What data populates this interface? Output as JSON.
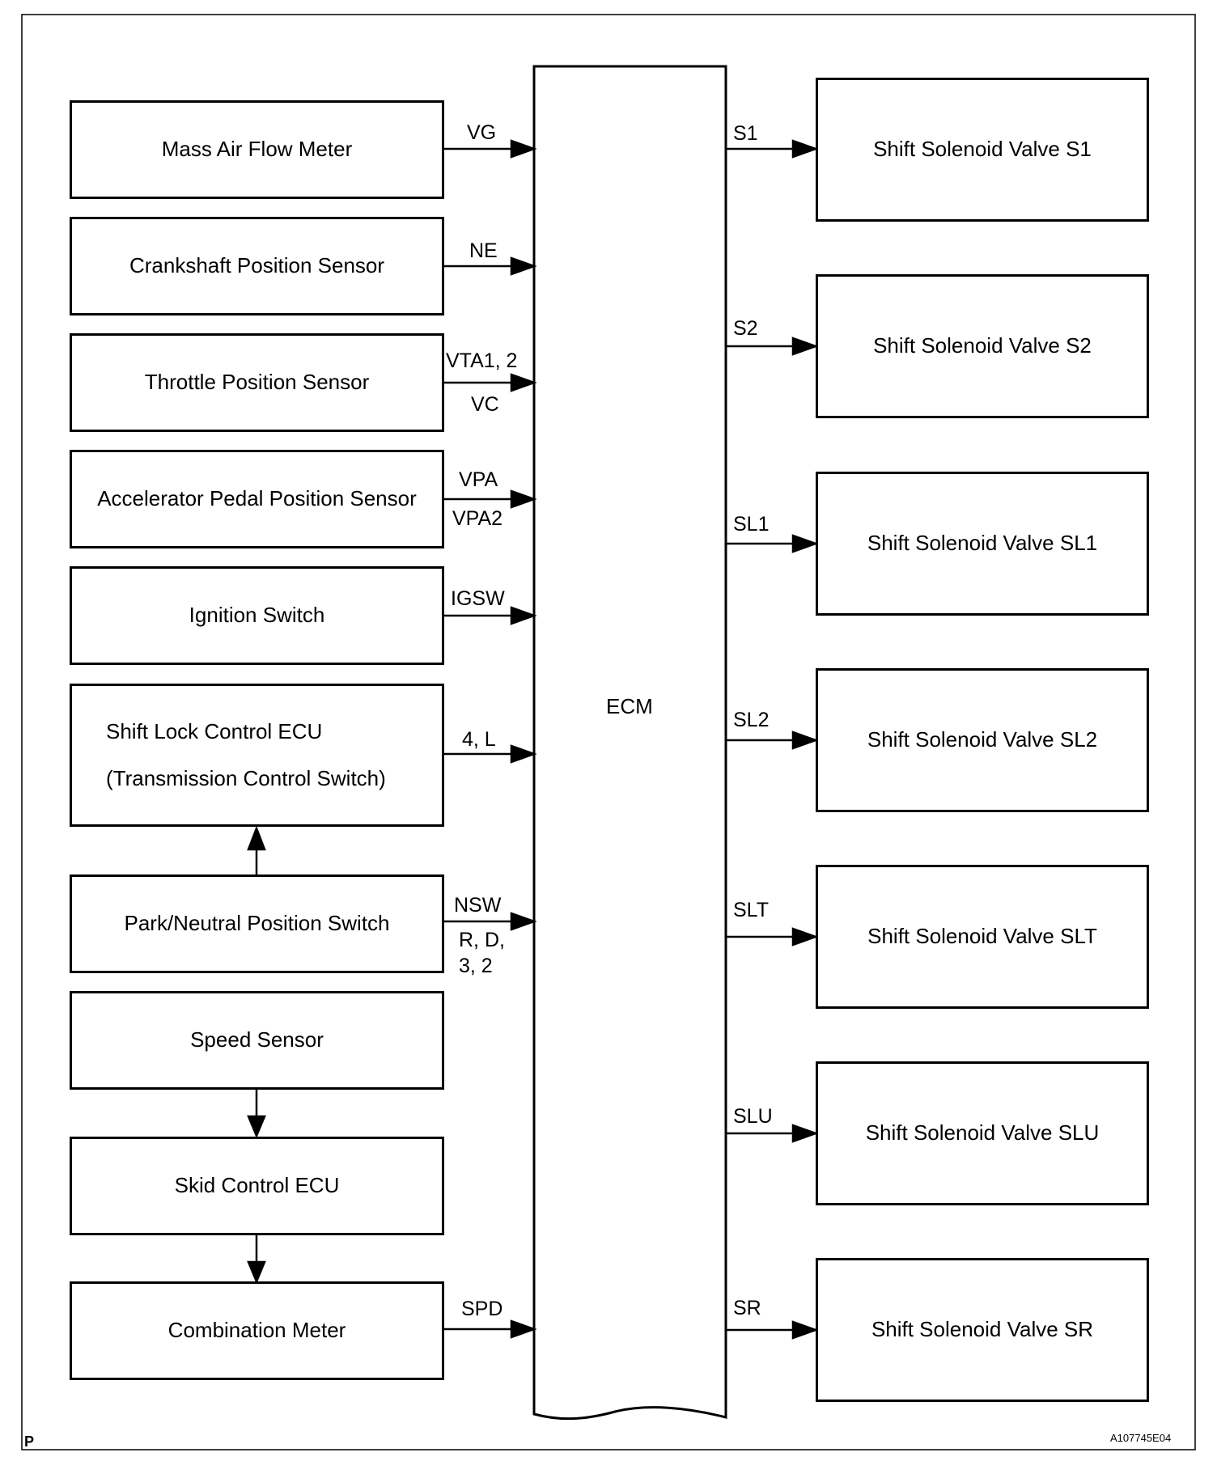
{
  "ecm_label": "ECM",
  "inputs": [
    {
      "label": "Mass Air Flow Meter",
      "signal": "VG"
    },
    {
      "label": "Crankshaft Position Sensor",
      "signal": "NE"
    },
    {
      "label": "Throttle Position Sensor",
      "signal_top": "VTA1, 2",
      "signal_bottom": "VC"
    },
    {
      "label": "Accelerator Pedal Position Sensor",
      "signal_top": "VPA",
      "signal_bottom": "VPA2"
    },
    {
      "label": "Ignition Switch",
      "signal": "IGSW"
    },
    {
      "label_line1": "Shift Lock Control ECU",
      "label_line2": "(Transmission Control Switch)",
      "signal": "4, L"
    },
    {
      "label": "Park/Neutral Position Switch",
      "signal_top": "NSW",
      "signal_mid": "R, D,",
      "signal_bottom": "3, 2"
    },
    {
      "label": "Speed Sensor"
    },
    {
      "label": "Skid Control ECU"
    },
    {
      "label": "Combination Meter",
      "signal": "SPD"
    }
  ],
  "outputs": [
    {
      "label": "Shift Solenoid Valve S1",
      "signal": "S1"
    },
    {
      "label": "Shift Solenoid Valve S2",
      "signal": "S2"
    },
    {
      "label": "Shift Solenoid Valve SL1",
      "signal": "SL1"
    },
    {
      "label": "Shift Solenoid Valve SL2",
      "signal": "SL2"
    },
    {
      "label": "Shift Solenoid Valve SLT",
      "signal": "SLT"
    },
    {
      "label": "Shift Solenoid Valve SLU",
      "signal": "SLU"
    },
    {
      "label": "Shift Solenoid Valve SR",
      "signal": "SR"
    }
  ],
  "corner_left": "P",
  "figure_id": "A107745E04"
}
